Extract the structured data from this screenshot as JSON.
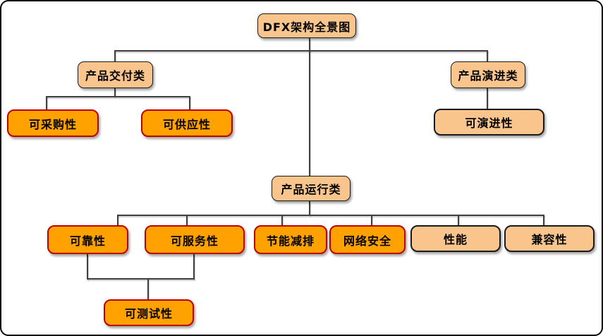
{
  "diagram": {
    "title": "DFX架构全景图",
    "nodes": {
      "root": {
        "label": "DFX架构全景图"
      },
      "delivery": {
        "label": "产品交付类"
      },
      "procurable": {
        "label": "可采购性"
      },
      "suppliable": {
        "label": "可供应性"
      },
      "evolution": {
        "label": "产品演进类"
      },
      "evolvable": {
        "label": "可演进性"
      },
      "operation": {
        "label": "产品运行类"
      },
      "reliability": {
        "label": "可靠性"
      },
      "serviceability": {
        "label": "可服务性"
      },
      "energy_saving": {
        "label": "节能减排"
      },
      "network_security": {
        "label": "网络安全"
      },
      "performance": {
        "label": "性能"
      },
      "compatibility": {
        "label": "兼容性"
      },
      "testability": {
        "label": "可测试性"
      }
    },
    "edges": [
      [
        "root",
        "delivery"
      ],
      [
        "root",
        "evolution"
      ],
      [
        "root",
        "operation"
      ],
      [
        "delivery",
        "procurable"
      ],
      [
        "delivery",
        "suppliable"
      ],
      [
        "evolution",
        "evolvable"
      ],
      [
        "operation",
        "reliability"
      ],
      [
        "operation",
        "serviceability"
      ],
      [
        "operation",
        "energy_saving"
      ],
      [
        "operation",
        "network_security"
      ],
      [
        "operation",
        "performance"
      ],
      [
        "operation",
        "compatibility"
      ],
      [
        "reliability",
        "testability"
      ],
      [
        "serviceability",
        "testability"
      ]
    ],
    "colors": {
      "category_fill": "#FAC58D",
      "highlight_fill": "#FFA200",
      "highlight_border": "#C00000",
      "neutral_border": "#1A1A1A",
      "connector": "#404040"
    }
  }
}
